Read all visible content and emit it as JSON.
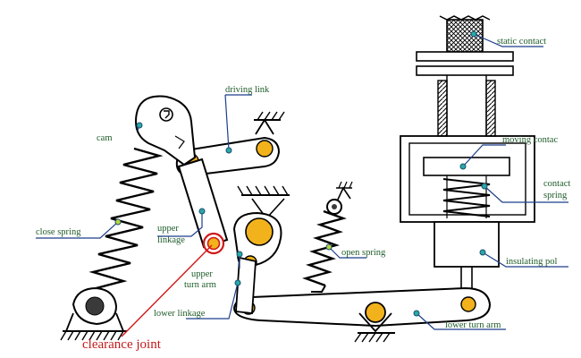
{
  "labels": {
    "static_contact": "static contact",
    "driving_link": "driving link",
    "cam": "cam",
    "moving_contact": "moving contac",
    "contact_spring_line1": "contact",
    "contact_spring_line2": "spring",
    "close_spring": "close spring",
    "upper_linkage_line1": "upper",
    "upper_linkage_line2": "linkage",
    "open_spring": "open spring",
    "insulating_pole": "insulating pol",
    "upper_turn_arm_line1": "upper",
    "upper_turn_arm_line2": "turn arm",
    "lower_linkage": "lower linkage",
    "lower_turn_arm": "lower turn arm",
    "clearance_joint": "clearance joint"
  },
  "colors": {
    "label_text": "#1f5c2a",
    "leader_line": "#1c3f8c",
    "clearance_text": "#c41a1a",
    "bearing_fill": "#f2b21b",
    "pin_fill": "#3a3a3a",
    "marker_dot": "#2aa8a8"
  }
}
